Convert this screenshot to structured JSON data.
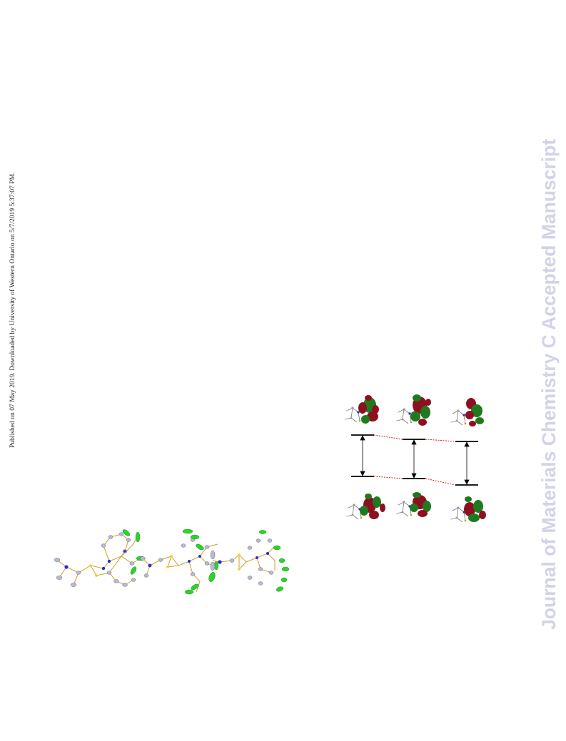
{
  "sidebar_note": "Published on 07 May 2019. Downloaded by University of Western Ontario on 5/7/2019 5:37:07 PM.",
  "watermark": "Journal of Materials Chemistry C Accepted Manuscript",
  "colors": {
    "watermark": "#d2d2e8",
    "bond": "#c9a227",
    "carbon": "#b8b8d8",
    "nitrogen": "#2a2ad0",
    "fluorine": "#2bd42b",
    "lobe_red": "#8e1020",
    "lobe_green": "#1f7a1f",
    "connector": "#e02020",
    "level": "#000000"
  },
  "figures": {
    "crystal_structures": {
      "molecule_count": 3
    },
    "orbital_diagram": {
      "columns": 3,
      "upper_level_icon": "orbital-isosurface",
      "lower_level_icon": "orbital-isosurface"
    }
  }
}
